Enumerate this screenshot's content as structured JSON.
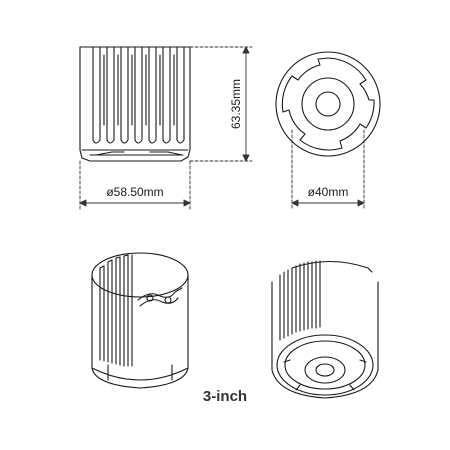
{
  "dimensions": {
    "height": "63.35mm",
    "diameter_large": "ø58.50mm",
    "diameter_small": "ø40mm"
  },
  "caption": "3-inch",
  "colors": {
    "line": "#1a1a1a",
    "dim_line": "#333333"
  }
}
